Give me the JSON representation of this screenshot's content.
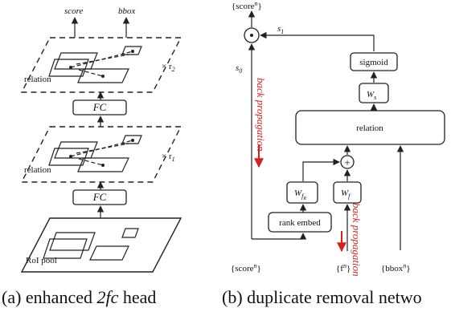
{
  "panel_a": {
    "caption_prefix": "(a) enhanced ",
    "caption_italic": "2fc",
    "caption_suffix": " head",
    "output_score": "score",
    "output_bbox": "bbox",
    "relation_top": "relation",
    "relation_bottom": "relation",
    "repeat_top": "× r",
    "repeat_top_sub": "2",
    "repeat_bottom": "× r",
    "repeat_bottom_sub": "1",
    "fc_top": "FC",
    "fc_bottom": "FC",
    "roi_pool": "RoI pool"
  },
  "panel_b": {
    "caption": "(b) duplicate removal netwo",
    "output_score": "{score",
    "output_score_sup": "n",
    "output_score_close": "}",
    "multiply_symbol": "⊙",
    "s1": "s",
    "s1_sub": "1",
    "s0": "s",
    "s0_sub": "0",
    "sigmoid": "sigmoid",
    "ws": "W",
    "ws_sub": "s",
    "relation": "relation",
    "plus_symbol": "+",
    "wfr": "W",
    "wfr_sub": "f",
    "wfr_subsub": "R",
    "wf": "W",
    "wf_sub": "f",
    "rank_embed": "rank embed",
    "back_prop_1": "back propagation",
    "back_prop_2": "back propagation",
    "input_score": "{score",
    "input_score_sup": "n",
    "input_score_close": "}",
    "input_f": "{f",
    "input_f_sup": "n",
    "input_f_close": "}",
    "input_bbox": "{bbox",
    "input_bbox_sup": "n",
    "input_bbox_close": "}"
  },
  "colors": {
    "ink": "#222222",
    "accent_red": "#d92020"
  }
}
